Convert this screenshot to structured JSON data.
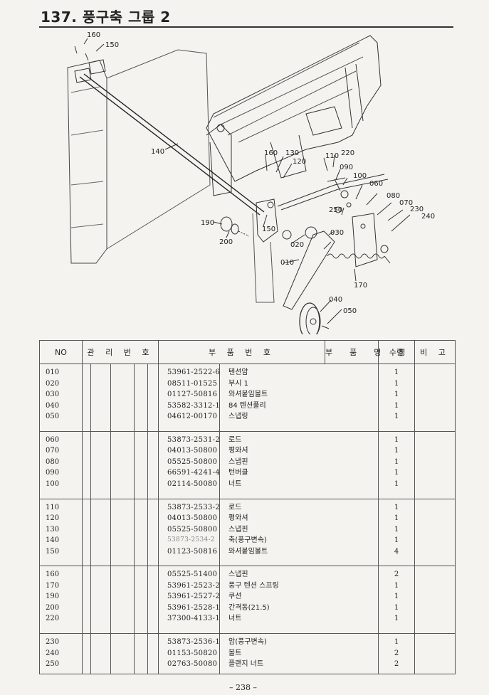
{
  "header": {
    "title": "137. 풍구축 그룹 2"
  },
  "figure": {
    "callouts": [
      "160",
      "150",
      "140",
      "160",
      "130",
      "120",
      "110",
      "220",
      "090",
      "100",
      "060",
      "080",
      "070",
      "230",
      "240",
      "250",
      "030",
      "150",
      "020",
      "010",
      "190",
      "200",
      "170",
      "040",
      "050"
    ]
  },
  "table": {
    "headers": {
      "no": "NO",
      "mgmt": "관 리 번 호",
      "part_no": "부 품 번 호",
      "name": "부    품    명    칭",
      "qty": "수량",
      "remarks": "비 고"
    },
    "groups": [
      {
        "rows": [
          {
            "no": "010",
            "part_no": "53961-2522-6",
            "name": "텐션암",
            "qty": "1"
          },
          {
            "no": "020",
            "part_no": "08511-01525",
            "name": "부시 1",
            "qty": "1"
          },
          {
            "no": "030",
            "part_no": "01127-50816",
            "name": "와셔붙임볼트",
            "qty": "1"
          },
          {
            "no": "040",
            "part_no": "53582-3312-1",
            "name": "84 텐션풀리",
            "qty": "1"
          },
          {
            "no": "050",
            "part_no": "04612-00170",
            "name": "스냅링",
            "qty": "1"
          }
        ]
      },
      {
        "rows": [
          {
            "no": "060",
            "part_no": "53873-2531-2",
            "name": "로드",
            "qty": "1"
          },
          {
            "no": "070",
            "part_no": "04013-50800",
            "name": "평와셔",
            "qty": "1"
          },
          {
            "no": "080",
            "part_no": "05525-50800",
            "name": "스냅핀",
            "qty": "1"
          },
          {
            "no": "090",
            "part_no": "66591-4241-4",
            "name": "턴버클",
            "qty": "1"
          },
          {
            "no": "100",
            "part_no": "02114-50080",
            "name": "너트",
            "qty": "1"
          }
        ]
      },
      {
        "rows": [
          {
            "no": "110",
            "part_no": "53873-2533-2",
            "name": "로드",
            "qty": "1"
          },
          {
            "no": "120",
            "part_no": "04013-50800",
            "name": "평와셔",
            "qty": "1"
          },
          {
            "no": "130",
            "part_no": "05525-50800",
            "name": "스냅핀",
            "qty": "1"
          },
          {
            "no": "140",
            "part_no": "53873-2534-2",
            "name": "축(풍구변속)",
            "qty": "1"
          },
          {
            "no": "150",
            "part_no": "01123-50816",
            "name": "와셔붙임볼트",
            "qty": "4"
          }
        ]
      },
      {
        "rows": [
          {
            "no": "160",
            "part_no": "05525-51400",
            "name": "스냅핀",
            "qty": "2"
          },
          {
            "no": "170",
            "part_no": "53961-2523-2",
            "name": "풍구 텐션 스프링",
            "qty": "1"
          },
          {
            "no": "190",
            "part_no": "53961-2527-2",
            "name": "쿠션",
            "qty": "1"
          },
          {
            "no": "200",
            "part_no": "53961-2528-1",
            "name": "간격동(21.5)",
            "qty": "1"
          },
          {
            "no": "220",
            "part_no": "37300-4133-1",
            "name": "너트",
            "qty": "1"
          }
        ]
      },
      {
        "rows": [
          {
            "no": "230",
            "part_no": "53873-2536-1",
            "name": "암(풍구변속)",
            "qty": "1"
          },
          {
            "no": "240",
            "part_no": "01153-50820",
            "name": "볼트",
            "qty": "2"
          },
          {
            "no": "250",
            "part_no": "02763-50080",
            "name": "플랜지 너트",
            "qty": "2"
          }
        ]
      }
    ]
  },
  "footer": {
    "page": "– 238 –"
  }
}
